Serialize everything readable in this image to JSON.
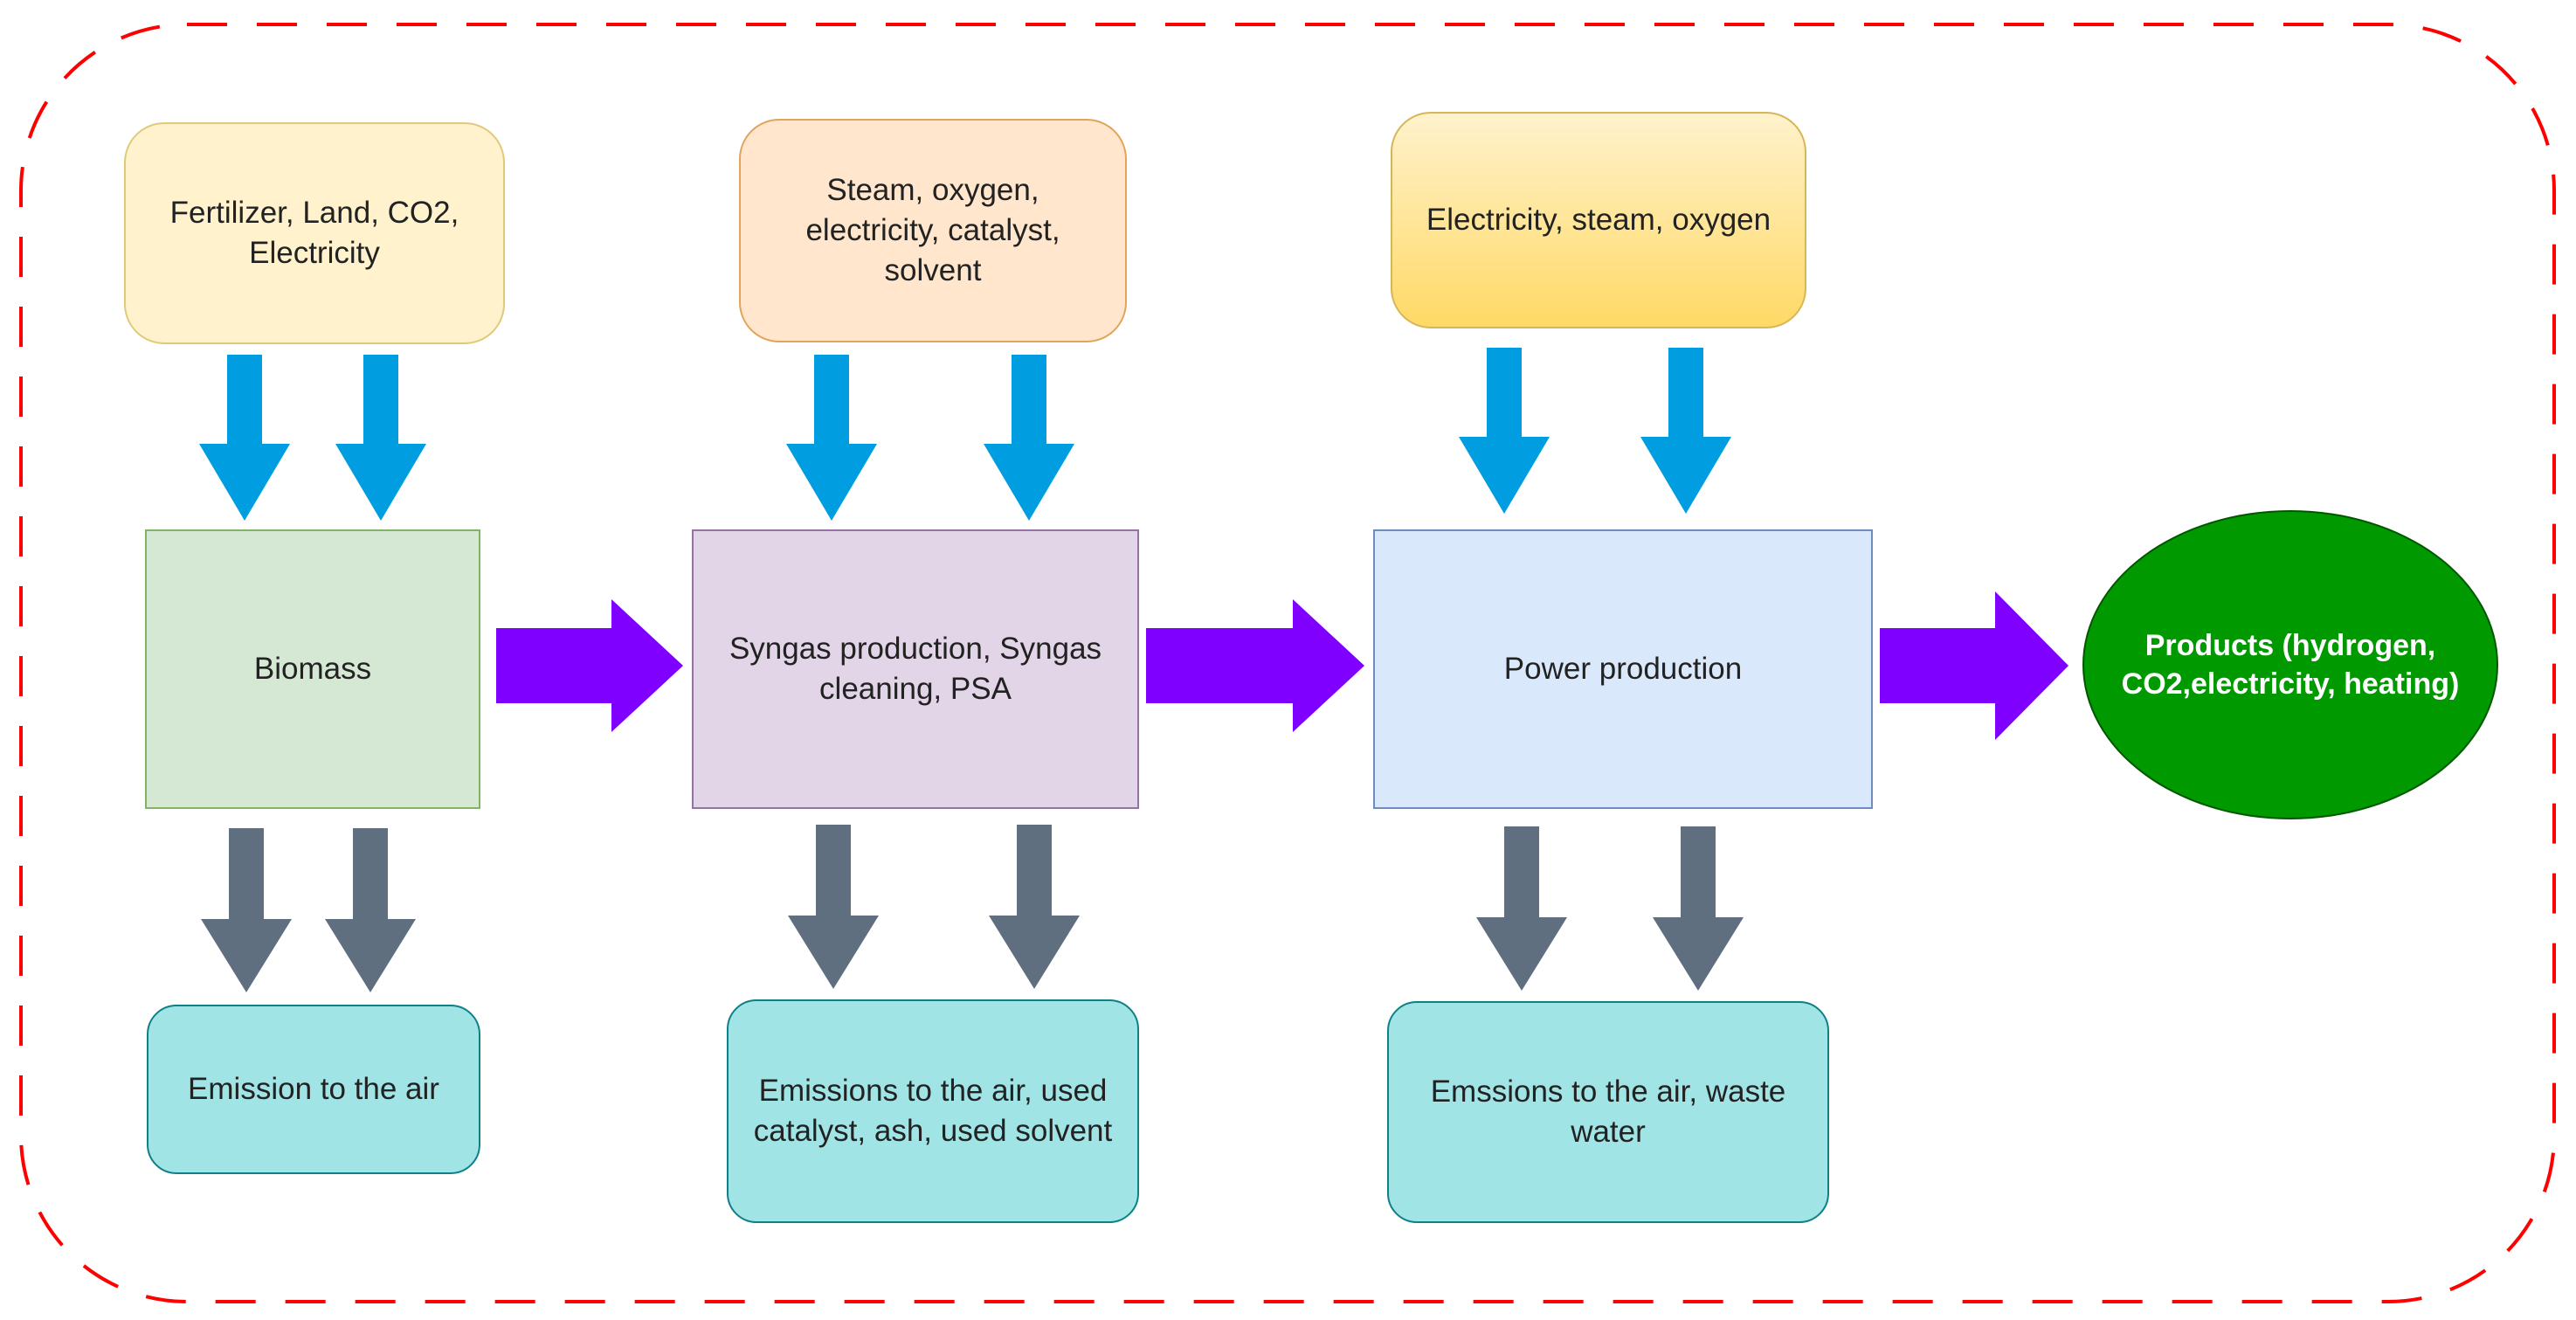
{
  "colors": {
    "boundary": "#ff0000",
    "input_arrow": "#009ee0",
    "output_arrow": "#5f6f80",
    "flow_arrow": "#7f00ff",
    "product_fill": "#009900"
  },
  "stages": [
    {
      "input": "Fertilizer, Land, CO2,\nElectricity",
      "process": "Biomass",
      "output": "Emission to the air"
    },
    {
      "input": "Steam, oxygen,\nelectricity, catalyst,\nsolvent",
      "process": "Syngas production, Syngas\ncleaning, PSA",
      "output": "Emissions to the air, used\ncatalyst, ash, used solvent"
    },
    {
      "input": "Electricity, steam, oxygen",
      "process": "Power production",
      "output": "Emssions to the air, waste\nwater"
    }
  ],
  "product": "Products (hydrogen,\nCO2,electricity, heating)"
}
